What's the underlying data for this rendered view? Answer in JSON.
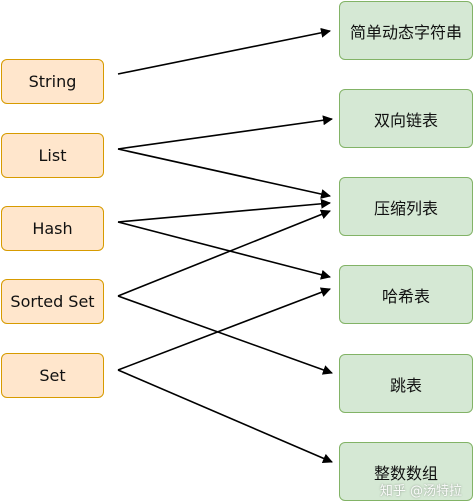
{
  "diagram": {
    "data_types": [
      {
        "id": "string",
        "label": "String"
      },
      {
        "id": "list",
        "label": "List"
      },
      {
        "id": "hash",
        "label": "Hash"
      },
      {
        "id": "sortedset",
        "label": "Sorted Set"
      },
      {
        "id": "set",
        "label": "Set"
      }
    ],
    "encodings": [
      {
        "id": "sds",
        "label": "简单动态字符串"
      },
      {
        "id": "linkedlist",
        "label": "双向链表"
      },
      {
        "id": "ziplist",
        "label": "压缩列表"
      },
      {
        "id": "hashtable",
        "label": "哈希表"
      },
      {
        "id": "skiplist",
        "label": "跳表"
      },
      {
        "id": "intset",
        "label": "整数数组"
      }
    ],
    "edges": [
      {
        "from": "string",
        "to": "sds"
      },
      {
        "from": "list",
        "to": "linkedlist"
      },
      {
        "from": "list",
        "to": "ziplist"
      },
      {
        "from": "hash",
        "to": "ziplist"
      },
      {
        "from": "hash",
        "to": "hashtable"
      },
      {
        "from": "sortedset",
        "to": "ziplist"
      },
      {
        "from": "sortedset",
        "to": "skiplist"
      },
      {
        "from": "set",
        "to": "hashtable"
      },
      {
        "from": "set",
        "to": "intset"
      }
    ],
    "colors": {
      "type_fill": "#ffe6cc",
      "type_stroke": "#d79b00",
      "encoding_fill": "#d5e8d4",
      "encoding_stroke": "#82b366",
      "arrow": "#000000"
    }
  },
  "watermark": "知乎 @汤特拉"
}
